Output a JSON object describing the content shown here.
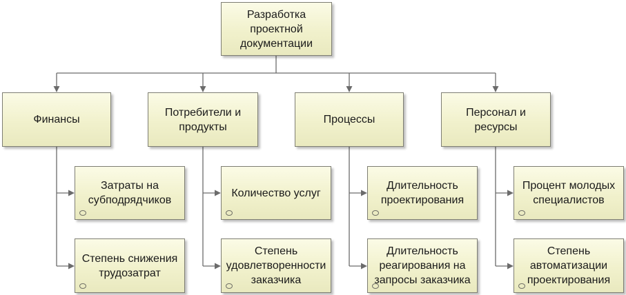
{
  "diagram": {
    "root": {
      "label": "Разработка\nпроектной\nдокументации"
    },
    "categories": [
      {
        "label": "Финансы",
        "children": [
          {
            "label": "Затраты на\nсубподрядчиков"
          },
          {
            "label": "Степень снижения\nтрудозатрат"
          }
        ]
      },
      {
        "label": "Потребители и\nпродукты",
        "children": [
          {
            "label": "Количество услуг"
          },
          {
            "label": "Степень\nудовлетворенности\nзаказчика"
          }
        ]
      },
      {
        "label": "Процессы",
        "children": [
          {
            "label": "Длительность\nпроектирования"
          },
          {
            "label": "Длительность\nреагирования на\nзапросы заказчика"
          }
        ]
      },
      {
        "label": "Персонал и\nресурсы",
        "children": [
          {
            "label": "Процент молодых\nспециалистов"
          },
          {
            "label": "Степень\nавтоматизации\nпроектирования"
          }
        ]
      }
    ],
    "colors": {
      "box_fill_top": "#fbfbe6",
      "box_fill_bottom": "#e9e9bf",
      "box_border": "#7d7d72",
      "connector": "#6b6b6b"
    }
  }
}
